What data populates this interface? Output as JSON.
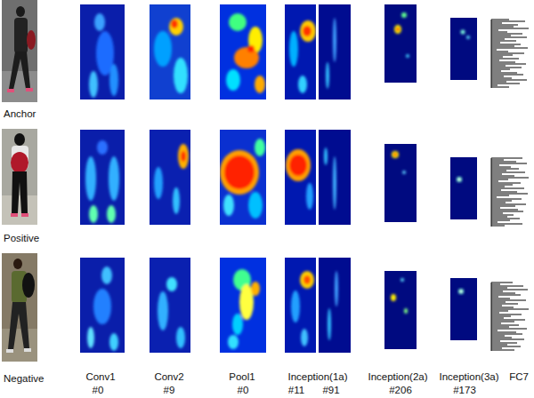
{
  "diagram": {
    "labels": [
      "Anchor",
      "Positive",
      "Negative",
      "Conv1",
      "Conv2",
      "Pool1",
      "Inception(1a)",
      "Inception(2a)",
      "Inception(3a)",
      "FC7",
      "#0",
      "#9",
      "#0",
      "#11",
      "#91",
      "#206",
      "#173"
    ]
  }
}
